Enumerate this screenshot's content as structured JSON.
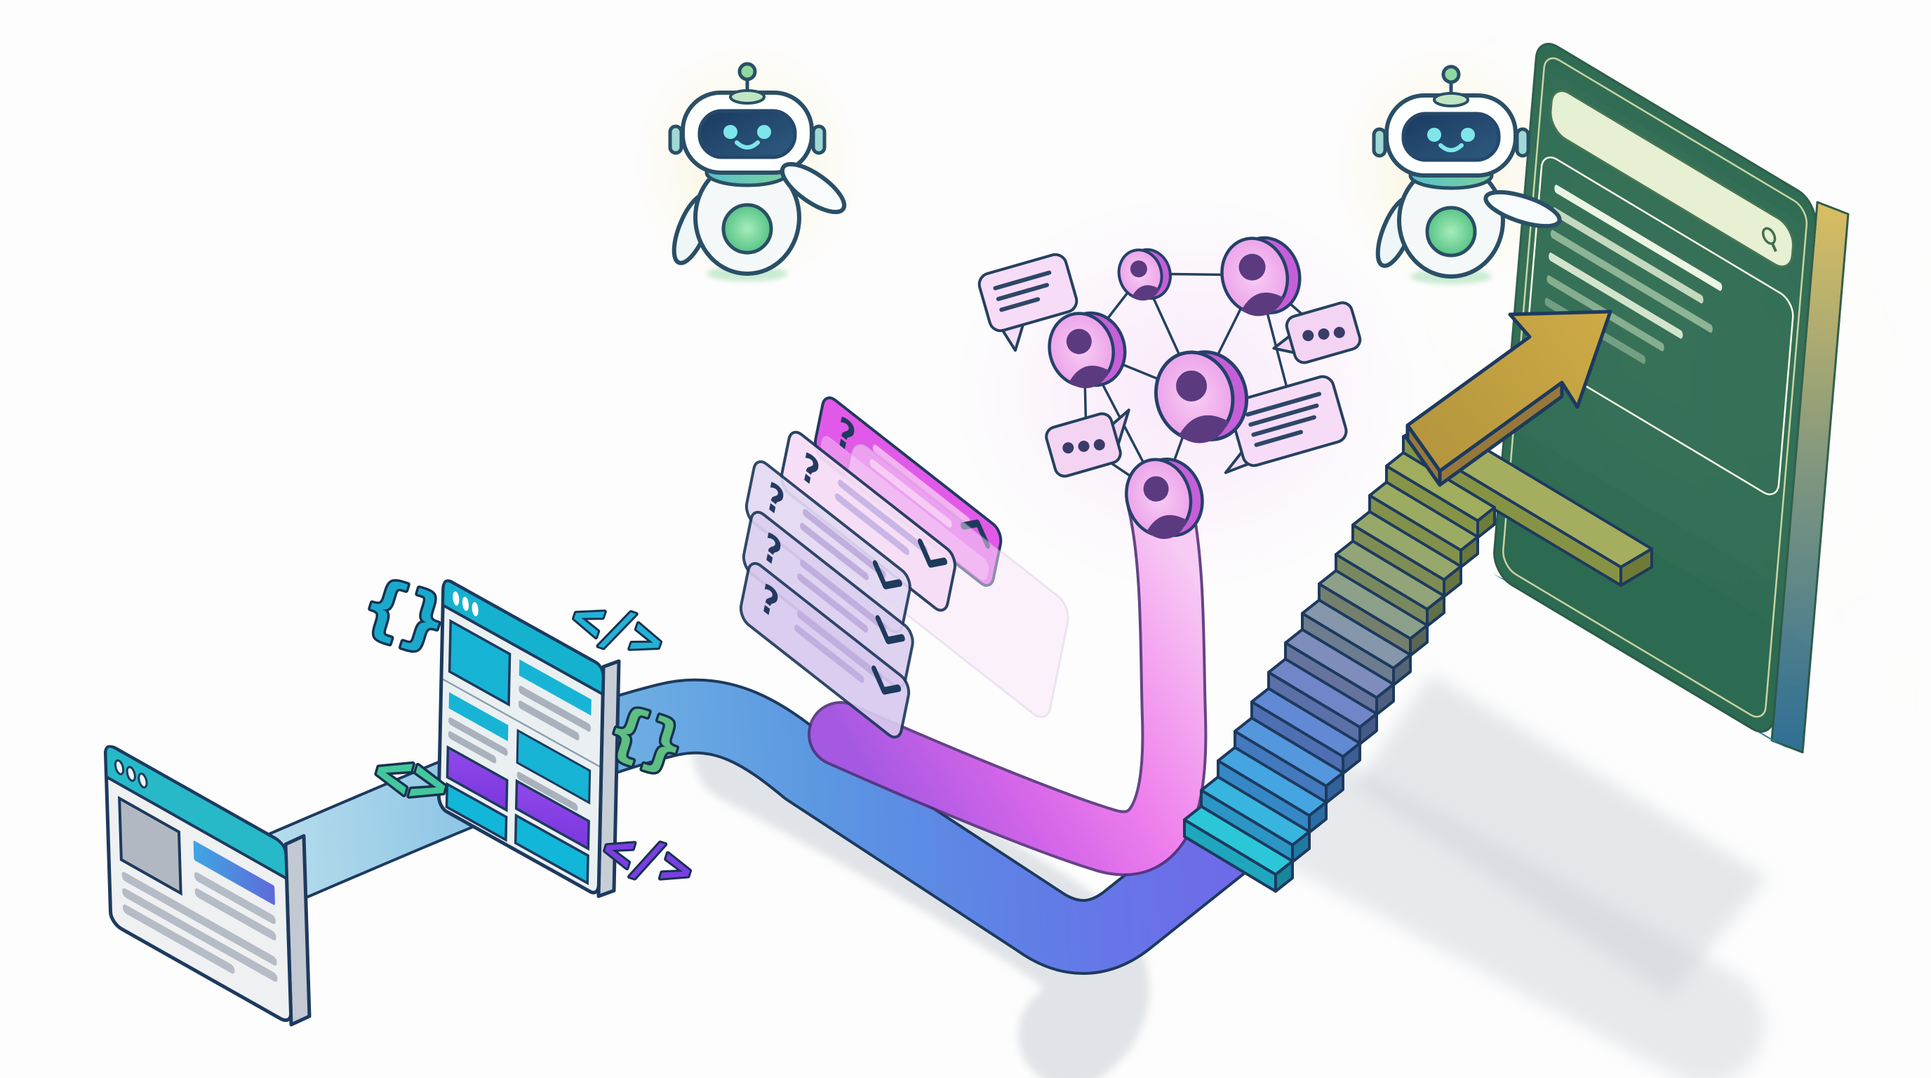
{
  "scene": {
    "description": "Isometric illustration: a plain webpage travels along a ribbon through structured code, FAQ cards and a community avatar network, then climbs a staircase with an arrow into a glowing highlighted result on a large AI search panel; two friendly robot mascots float nearby",
    "background": "#fdfdfd",
    "outline": "#1e3a5e"
  },
  "palette": {
    "teal": "#17b3d4",
    "blue": "#4f94dd",
    "indigo": "#6f6ae9",
    "magenta": "#e95fe8",
    "pink_path": "#ee7eec",
    "lavender": "#ddd0f0",
    "green": "#5fbe82",
    "mint": "#43c79c",
    "olive": "#a0ad5c",
    "gold": "#c9a440",
    "panel_green": "#2d6a52",
    "panel_gold": "#bd9f4c",
    "panel_blue": "#2a6a9b",
    "gray_line": "#b6bcc6"
  },
  "source_page": {
    "name": "plain webpage window",
    "window_dots": 3,
    "has_image_placeholder": true,
    "text_lines": 5
  },
  "code_symbols": {
    "items": [
      {
        "icon": "curly-braces-icon",
        "glyph": "{}",
        "color": "#1ba9cb"
      },
      {
        "icon": "code-tag-icon",
        "glyph": "</>",
        "color": "#23b2d6"
      },
      {
        "icon": "curly-braces-icon",
        "glyph": "{}",
        "color": "#5fbe82"
      },
      {
        "icon": "angle-brackets-icon",
        "glyph": "<>",
        "color": "#43c79c"
      },
      {
        "icon": "code-tag-icon",
        "glyph": "</>",
        "color": "#7a3fe2"
      }
    ]
  },
  "structured_page": {
    "name": "structured webpage window",
    "window_dots": 3,
    "teal_blocks": 5,
    "purple_blocks": 2
  },
  "faq": {
    "question_glyph": "?",
    "cards": [
      {
        "chevron": "up",
        "color": "#e95fe8"
      },
      {
        "chevron": "down",
        "color": "#f6def6"
      },
      {
        "chevron": "down",
        "color": "#e3d9f3"
      },
      {
        "chevron": "down",
        "color": "#dccff0"
      },
      {
        "chevron": "down",
        "color": "#d8c9ee"
      }
    ]
  },
  "community": {
    "avatars": 5,
    "chat_bubbles": 4,
    "avatar_face": "#f5c2f0",
    "avatar_rim": "#c45fd8",
    "avatar_silhouette": "#5c3a80"
  },
  "staircase": {
    "steps": 13,
    "bottom_color": "#2cc6d9",
    "top_color": "#a0ad5c"
  },
  "arrow": {
    "icon": "arrow-up-right-icon",
    "color": "#c9a440"
  },
  "search_panel": {
    "icon": "magnifier-icon",
    "has_search_bar": true,
    "highlighted_result": true,
    "result_lines": 6,
    "body_lines": 8
  },
  "robots": {
    "count": 2,
    "eye_color": "#7ee6ea",
    "chest_color": "#58c487"
  }
}
